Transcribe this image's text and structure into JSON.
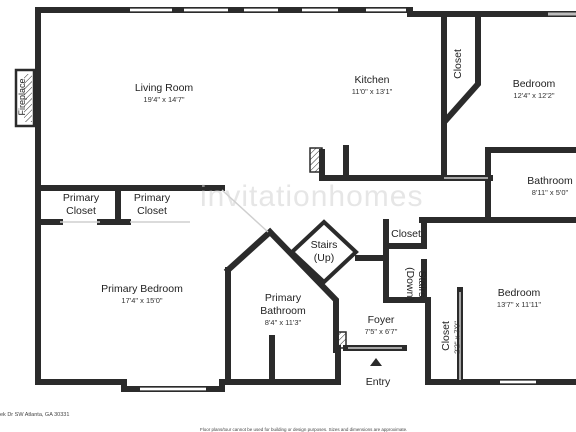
{
  "rooms": {
    "living_room": {
      "name": "Living Room",
      "dim": "19'4\" x 14'7\""
    },
    "kitchen": {
      "name": "Kitchen",
      "dim": "11'0\" x 13'1\""
    },
    "bedroom_top": {
      "name": "Bedroom",
      "dim": "12'4\" x 12'2\""
    },
    "bathroom": {
      "name": "Bathroom",
      "dim": "8'11\" x 5'0\""
    },
    "primary_closet_1": {
      "line1": "Primary",
      "line2": "Closet"
    },
    "primary_closet_2": {
      "line1": "Primary",
      "line2": "Closet"
    },
    "stairs_up": {
      "line1": "Stairs",
      "line2": "(Up)"
    },
    "closet_small": {
      "name": "Closet"
    },
    "stairs_down": {
      "line1": "Stairs",
      "line2": "(Down)"
    },
    "primary_bedroom": {
      "name": "Primary Bedroom",
      "dim": "17'4\" x 15'0\""
    },
    "primary_bathroom": {
      "line1": "Primary",
      "line2": "Bathroom",
      "dim": "8'4\" x 11'3\""
    },
    "foyer": {
      "name": "Foyer",
      "dim": "7'5\" x 6'7\""
    },
    "bedroom_bottom": {
      "name": "Bedroom",
      "dim": "13'7\" x 11'11\""
    },
    "closet_vertical_top": {
      "name": "Closet"
    },
    "closet_bottom": {
      "name": "Closet",
      "dim": "2'2\" x 7'0\""
    },
    "fireplace": {
      "name": "Fireplace"
    }
  },
  "entry": {
    "label": "Entry"
  },
  "watermark": {
    "text": "invitationhomes"
  },
  "footer": {
    "address": "ek Dr SW Atlanta, GA 30331",
    "disclaimer": "Floor plans/tour cannot be used for building or design purposes. Sizes and dimensions are approximate."
  },
  "colors": {
    "wall": "#2b2b2b",
    "window": "#9a9a9a",
    "background": "#ffffff"
  }
}
